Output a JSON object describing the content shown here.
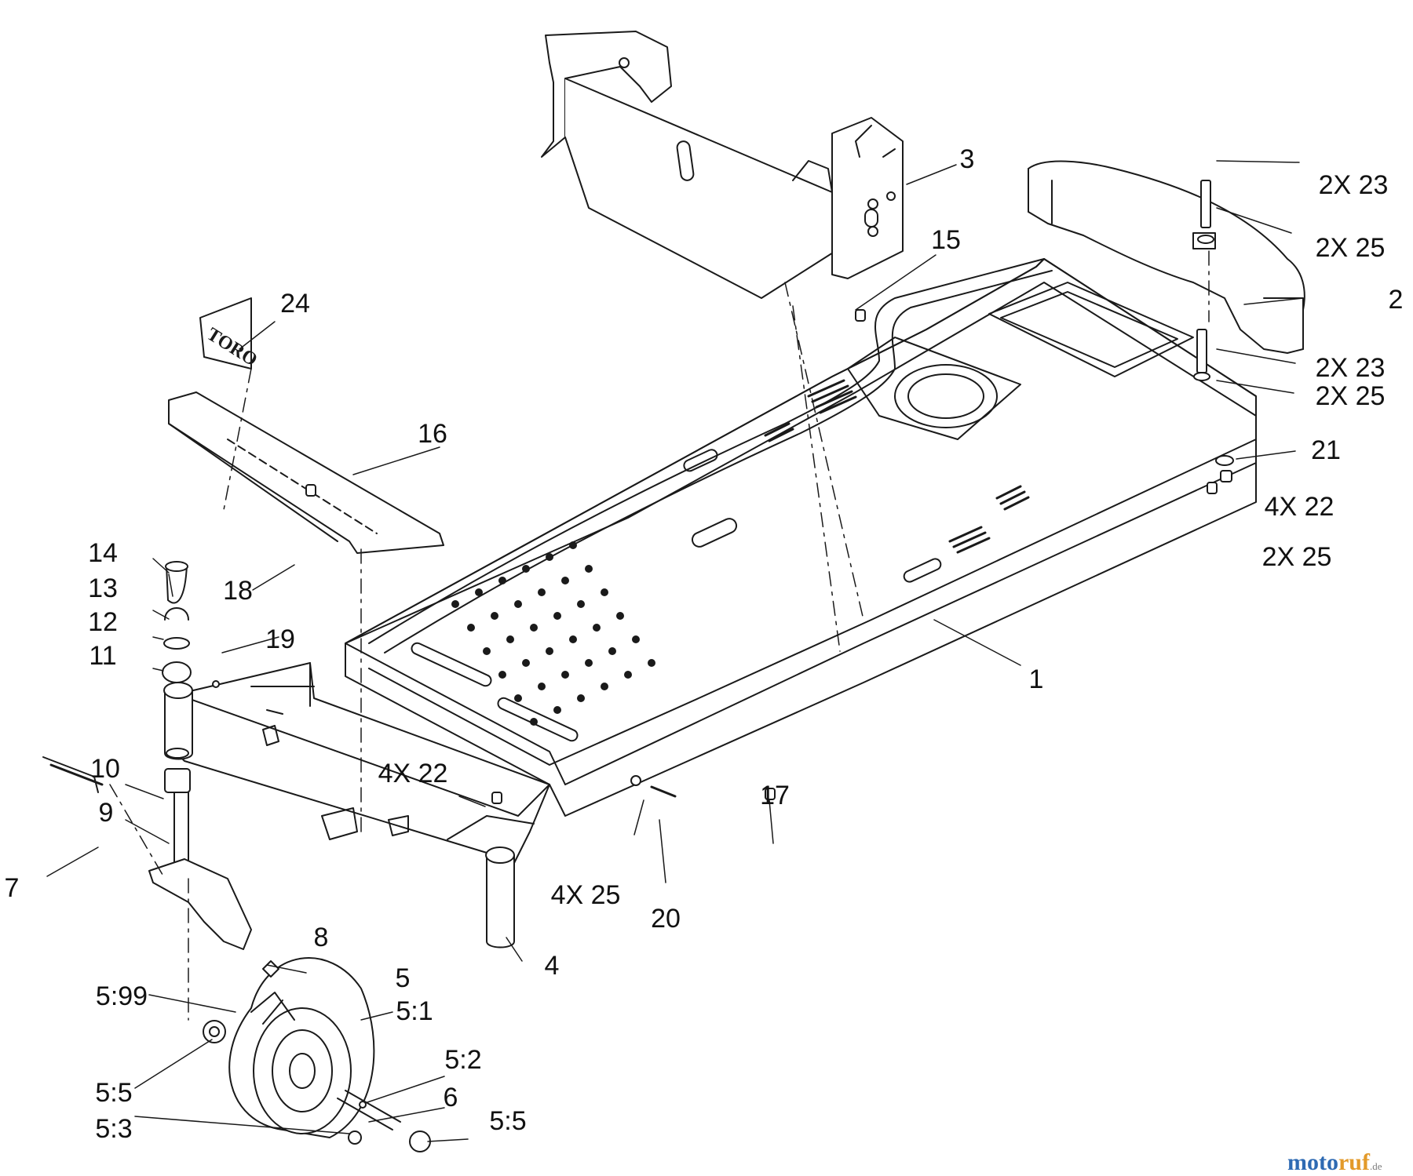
{
  "diagram": {
    "callouts": [
      {
        "id": "c1",
        "text": "1"
      },
      {
        "id": "c2",
        "text": "2"
      },
      {
        "id": "c3",
        "text": "3"
      },
      {
        "id": "c4",
        "text": "4"
      },
      {
        "id": "c5",
        "text": "5"
      },
      {
        "id": "c5_1",
        "text": "5:1"
      },
      {
        "id": "c5_99",
        "text": "5:99"
      },
      {
        "id": "c5_2",
        "text": "5:2"
      },
      {
        "id": "c5_5a",
        "text": "5:5"
      },
      {
        "id": "c5_5b",
        "text": "5:5"
      },
      {
        "id": "c5_3",
        "text": "5:3"
      },
      {
        "id": "c6",
        "text": "6"
      },
      {
        "id": "c7",
        "text": "7"
      },
      {
        "id": "c8",
        "text": "8"
      },
      {
        "id": "c9",
        "text": "9"
      },
      {
        "id": "c10",
        "text": "10"
      },
      {
        "id": "c11",
        "text": "11"
      },
      {
        "id": "c12",
        "text": "12"
      },
      {
        "id": "c13",
        "text": "13"
      },
      {
        "id": "c14",
        "text": "14"
      },
      {
        "id": "c15",
        "text": "15"
      },
      {
        "id": "c16",
        "text": "16"
      },
      {
        "id": "c17",
        "text": "17"
      },
      {
        "id": "c18",
        "text": "18"
      },
      {
        "id": "c19",
        "text": "19"
      },
      {
        "id": "c20",
        "text": "20"
      },
      {
        "id": "c21",
        "text": "21"
      },
      {
        "id": "c24",
        "text": "24"
      },
      {
        "id": "c2x23a",
        "text": "2X  23"
      },
      {
        "id": "c2x25a",
        "text": "2X  25"
      },
      {
        "id": "c2x23b",
        "text": "2X  23"
      },
      {
        "id": "c2x25b",
        "text": "2X  25"
      },
      {
        "id": "c4x22a",
        "text": "4X  22"
      },
      {
        "id": "c2x25c",
        "text": "2X  25"
      },
      {
        "id": "c4x22b",
        "text": "4X  22"
      },
      {
        "id": "c4x25",
        "text": "4X  25"
      }
    ],
    "decal_text": "TORO"
  },
  "watermark": {
    "part1": "moto",
    "part2": "ruf",
    "part3": ".de"
  },
  "colors": {
    "line": "#1a1a1a",
    "background": "#ffffff",
    "watermark_blue": "#2e6ab3",
    "watermark_orange": "#e39a2a"
  }
}
